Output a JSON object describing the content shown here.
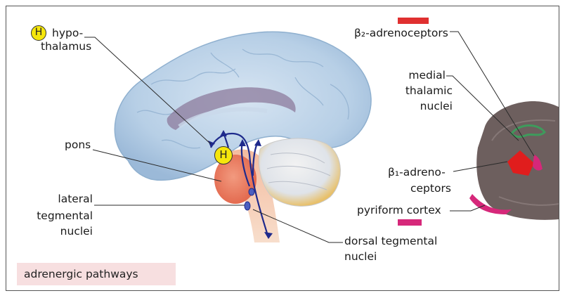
{
  "labels": {
    "hypothalamus_line1": "hypo-",
    "hypothalamus_line2": "thalamus",
    "pons": "pons",
    "lateral_line1": "lateral",
    "lateral_line2": "tegmental",
    "lateral_line3": "nuclei",
    "beta2": "β₂-adrenoceptors",
    "medial_line1": "medial",
    "medial_line2": "thalamic",
    "medial_line3": "nuclei",
    "beta1_line1": "β₁-adreno-",
    "beta1_line2": "ceptors",
    "pyriform": "pyriform cortex",
    "dorsal_line1": "dorsal tegmental",
    "dorsal_line2": "nuclei"
  },
  "badge": {
    "letter": "H"
  },
  "caption": "adrenergic pathways",
  "colors": {
    "pathway": "#1e2a8c",
    "badge": "#f5e60c",
    "beta2_marker": "#e03030",
    "pyriform_marker": "#d6287a",
    "caption_bg": "#f7dfe0",
    "cerebrum": "#bcd3e8",
    "pons": "#e9755c",
    "cerebellum": "#dde2ea",
    "section": "#6d5f5e"
  }
}
